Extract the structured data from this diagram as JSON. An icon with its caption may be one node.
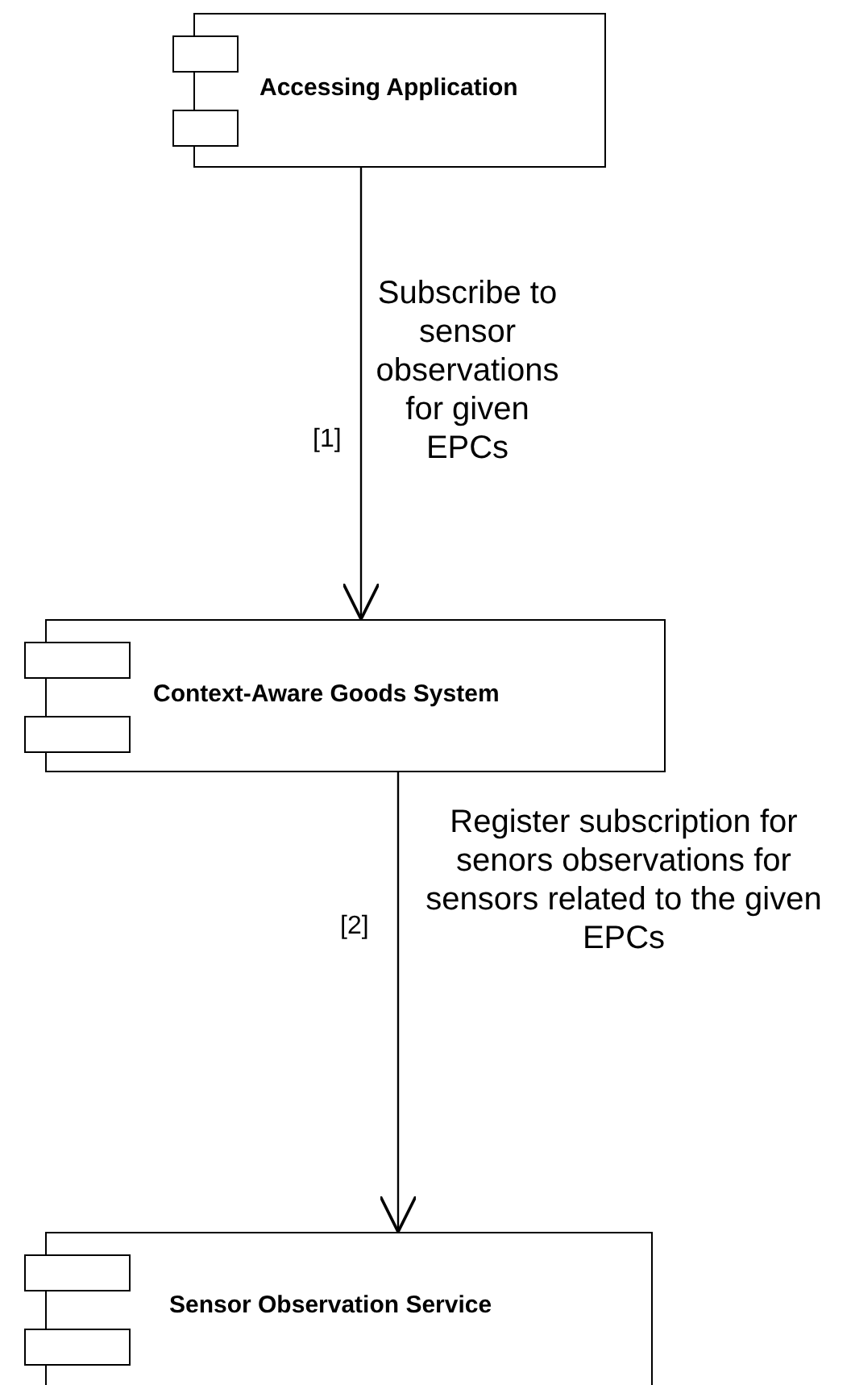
{
  "diagram": {
    "nodes": [
      {
        "text": [
          "Accessing Application"
        ]
      },
      {
        "text": [
          "Context-Aware Goods System"
        ]
      },
      {
        "text": [
          "Sensor Observation Service"
        ]
      }
    ],
    "edges": [
      {
        "from": 0,
        "to": 1,
        "arrow": "to",
        "label": "Subscribe to sensor observations for given EPCs"
      },
      {
        "from": 1,
        "to": 2,
        "arrow": "to",
        "label": "Register subscription for senors observations for sensors related to the given EPCs"
      }
    ],
    "labels": [
      "[1]",
      "[2]"
    ]
  }
}
